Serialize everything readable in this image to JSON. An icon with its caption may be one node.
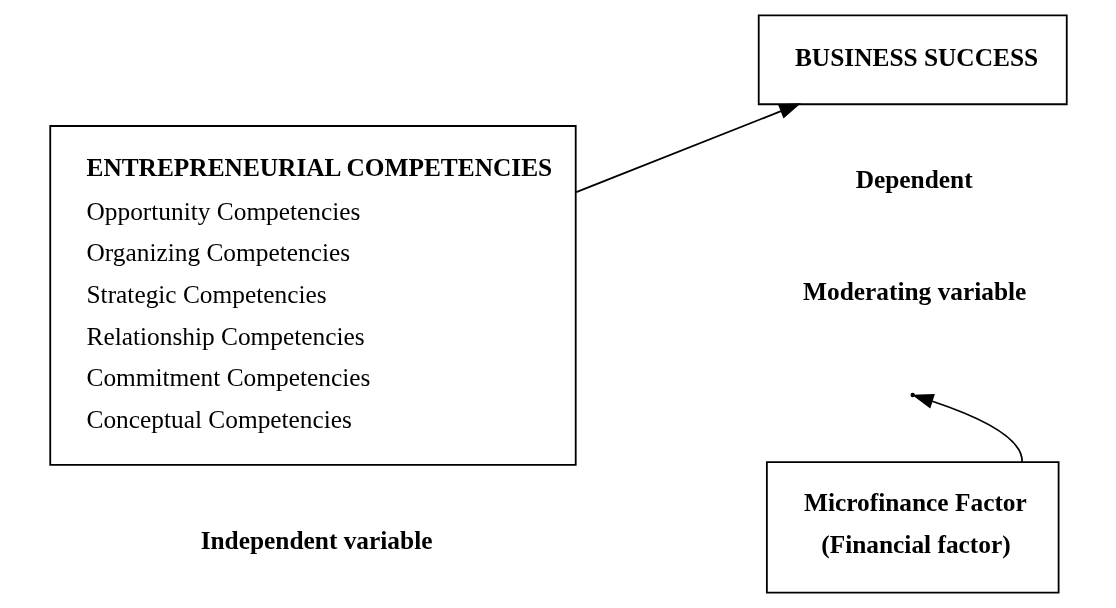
{
  "diagram": {
    "nodes": [
      {
        "text": [
          "ENTREPRENEURIAL COMPETENCIES",
          "Opportunity Competencies",
          "Organizing Competencies",
          "Strategic Competencies",
          "Relationship Competencies",
          "Commitment Competencies",
          "Conceptual Competencies"
        ],
        "beside": [
          "Independent variable"
        ]
      },
      {
        "text": [
          "BUSINESS SUCCESS"
        ],
        "beside": [
          "Dependent"
        ]
      },
      {
        "text": [
          "Microfinance Factor",
          "(Financial factor)"
        ]
      }
    ],
    "edges": [
      {
        "from": 0,
        "to": 1,
        "arrow": "to"
      },
      {
        "from": 2,
        "to": null,
        "arrow": "to"
      }
    ],
    "labels": [
      "Moderating variable"
    ]
  }
}
